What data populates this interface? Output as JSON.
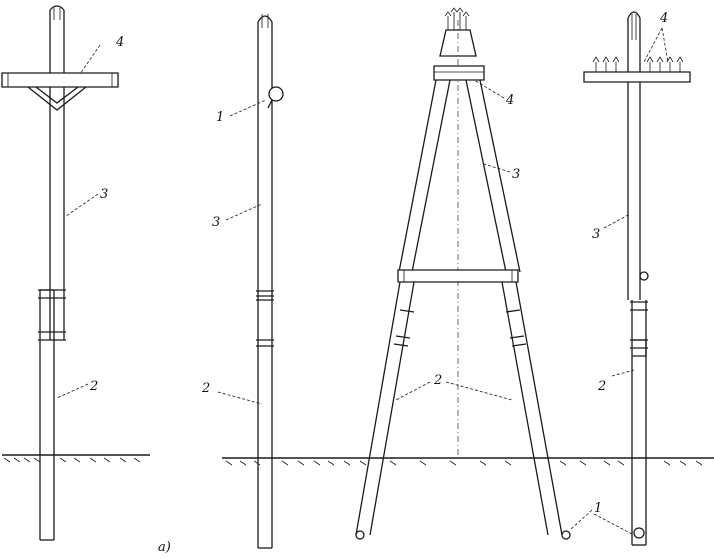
{
  "figure": {
    "caption": "а)"
  },
  "poles": [
    {
      "id": "pole-1",
      "labels": [
        {
          "text": "4"
        },
        {
          "text": "3"
        },
        {
          "text": "2"
        }
      ]
    },
    {
      "id": "pole-2",
      "labels": [
        {
          "text": "1"
        },
        {
          "text": "3"
        },
        {
          "text": "2"
        }
      ]
    },
    {
      "id": "pole-3",
      "labels": [
        {
          "text": "4"
        },
        {
          "text": "3"
        },
        {
          "text": "2"
        },
        {
          "text": "1"
        }
      ]
    },
    {
      "id": "pole-4",
      "labels": [
        {
          "text": "4"
        },
        {
          "text": "3"
        },
        {
          "text": "2"
        }
      ]
    }
  ]
}
